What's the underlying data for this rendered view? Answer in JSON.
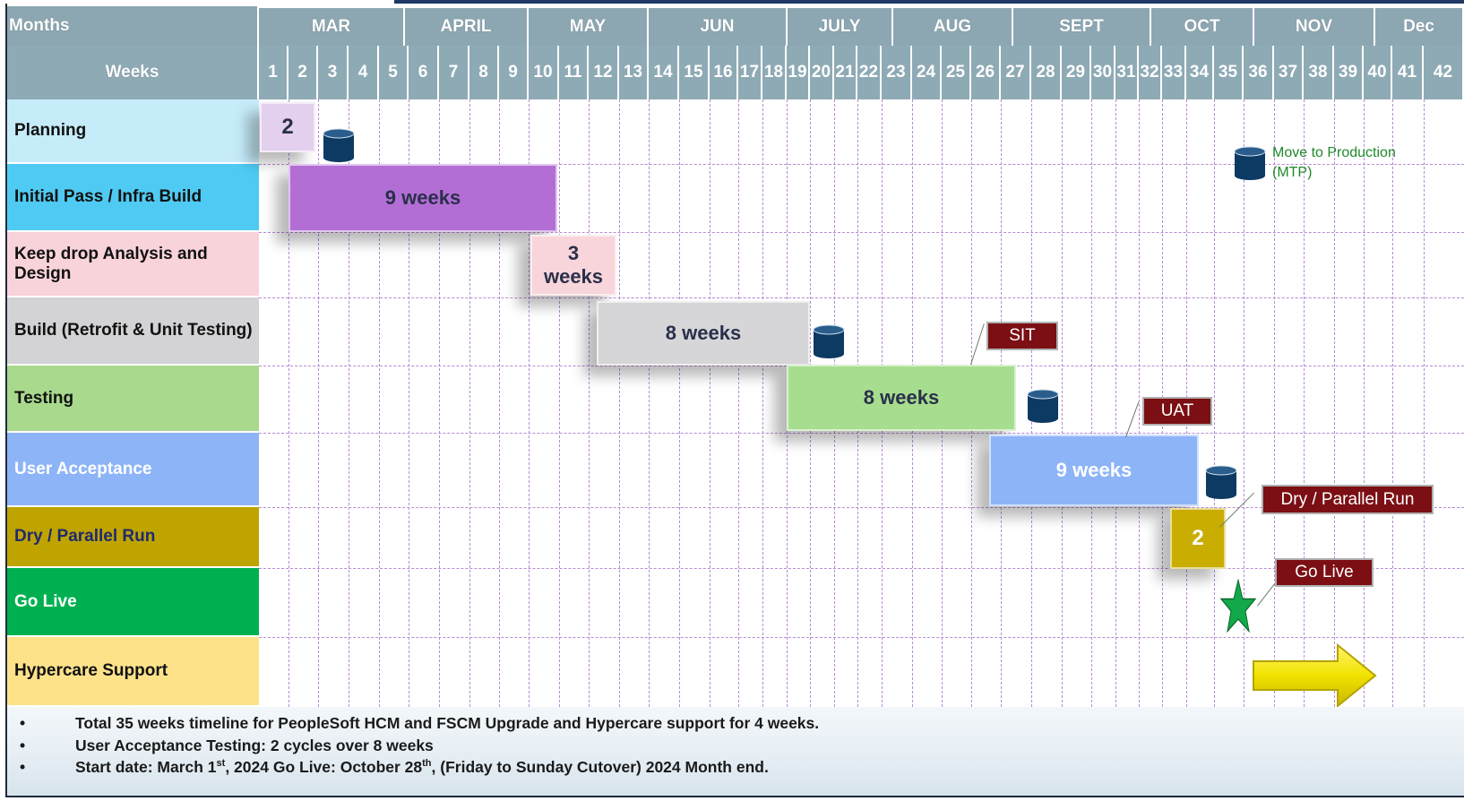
{
  "header": {
    "months_label": "Months",
    "weeks_label": "Weeks",
    "months": [
      "MAR",
      "APRIL",
      "MAY",
      "JUN",
      "JULY",
      "AUG",
      "SEPT",
      "OCT",
      "NOV",
      "Dec"
    ],
    "weeks": [
      "1",
      "2",
      "3",
      "4",
      "5",
      "6",
      "7",
      "8",
      "9",
      "10",
      "11",
      "12",
      "13",
      "14",
      "15",
      "16",
      "17",
      "18",
      "19",
      "20",
      "21",
      "22",
      "23",
      "24",
      "25",
      "26",
      "27",
      "28",
      "29",
      "30",
      "31",
      "32",
      "33",
      "34",
      "35",
      "36",
      "37",
      "38",
      "39",
      "40",
      "41",
      "42"
    ]
  },
  "phases": [
    {
      "label": "Planning",
      "bg": "#c6ecfa",
      "color": "#111111"
    },
    {
      "label": "Initial Pass / Infra Build",
      "bg": "#4fcbf3",
      "color": "#111111"
    },
    {
      "label": "Keep drop Analysis and Design",
      "bg": "#f8d3da",
      "color": "#111111"
    },
    {
      "label": "Build (Retrofit & Unit Testing)",
      "bg": "#d3d3d6",
      "color": "#111111"
    },
    {
      "label": "Testing",
      "bg": "#a9d98c",
      "color": "#111111"
    },
    {
      "label": "User Acceptance",
      "bg": "#8db4f7",
      "color": "#ffffff"
    },
    {
      "label": "Dry / Parallel Run",
      "bg": "#bfa400",
      "color": "#1f2a6e"
    },
    {
      "label": "Go Live",
      "bg": "#00b050",
      "color": "#ffffff"
    },
    {
      "label": "Hypercare Support",
      "bg": "#fde28a",
      "color": "#111111"
    }
  ],
  "bars": [
    {
      "label": "2",
      "color": "#e3cfee"
    },
    {
      "label": "9 weeks",
      "color": "#b36ed6"
    },
    {
      "label": "3 weeks",
      "color": "#f8d5da"
    },
    {
      "label": "8 weeks",
      "color": "#d6d6d8"
    },
    {
      "label": "8 weeks",
      "color": "#a6dd8e"
    },
    {
      "label": "9 weeks",
      "color": "#8db4f7"
    },
    {
      "label": "2",
      "color": "#c9ad00"
    }
  ],
  "callouts": {
    "sit": "SIT",
    "uat": "UAT",
    "dry_run": "Dry / Parallel Run",
    "go_live": "Go Live"
  },
  "legend": {
    "mtp": "Move to Production (MTP)"
  },
  "icons": {
    "database": "database-icon",
    "star": "star-icon",
    "arrow": "arrow-right-icon"
  },
  "notes": {
    "bullet": "•",
    "line1": "Total 35 weeks timeline for PeopleSoft HCM and FSCM Upgrade and Hypercare support for 4 weeks.",
    "line2": "User Acceptance Testing: 2 cycles over 8 weeks",
    "line3_a": "Start date: March 1",
    "line3_sup1": "st",
    "line3_b": ", 2024 Go Live: October 28",
    "line3_sup2": "th",
    "line3_c": ", (Friday to Sunday Cutover) 2024 Month end."
  },
  "colors": {
    "header_bg": "#8eaab5",
    "grid_line": "#b88ad6",
    "callout_bg": "#7b0f14",
    "mtp_text": "#1f8a2a",
    "database": "#0d3a63"
  }
}
